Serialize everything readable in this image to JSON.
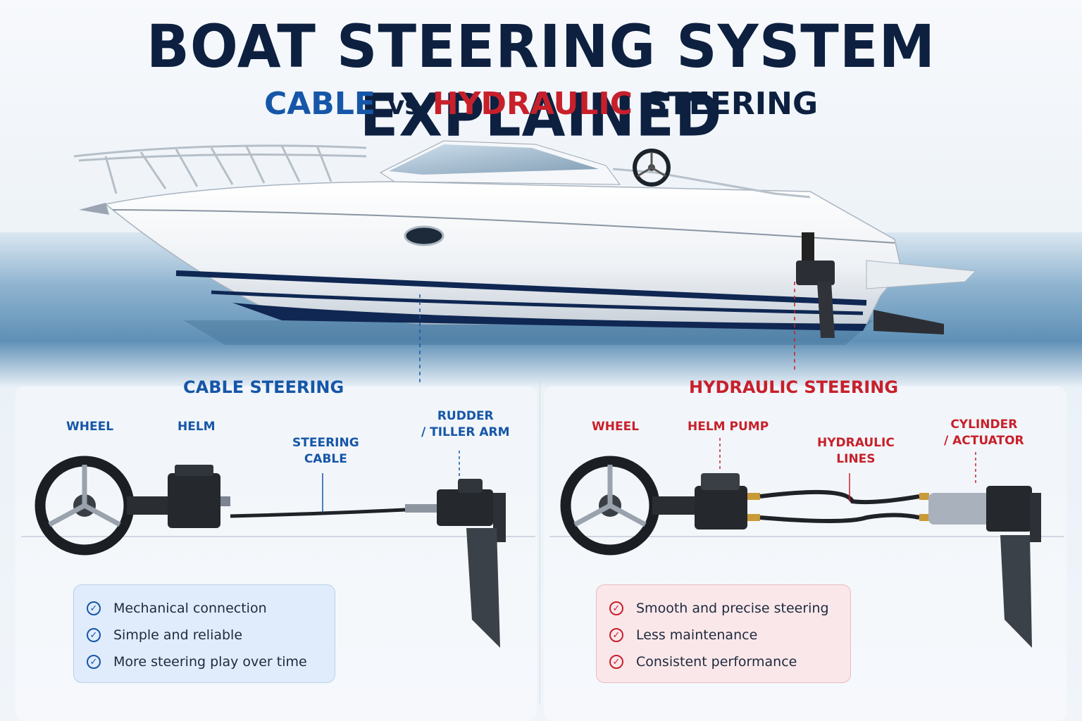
{
  "header": {
    "title": "BOAT STEERING SYSTEM EXPLAINED",
    "subtitle_cable": "CABLE",
    "subtitle_vs": "vs",
    "subtitle_hydraulic": "HYDRAULIC",
    "subtitle_steering": "STEERING"
  },
  "cable": {
    "title": "CABLE STEERING",
    "labels": {
      "wheel": "WHEEL",
      "helm": "HELM",
      "cable_line1": "STEERING",
      "cable_line2": "CABLE",
      "rudder_line1": "RUDDER",
      "rudder_line2": "/ TILLER ARM"
    },
    "benefits": [
      "Mechanical connection",
      "Simple and reliable",
      "More steering play over time"
    ]
  },
  "hydraulic": {
    "title": "HYDRAULIC STEERING",
    "labels": {
      "wheel": "WHEEL",
      "pump": "HELM PUMP",
      "lines_line1": "HYDRAULIC",
      "lines_line2": "LINES",
      "cyl_line1": "CYLINDER",
      "cyl_line2": "/ ACTUATOR"
    },
    "benefits": [
      "Smooth and precise steering",
      "Less maintenance",
      "Consistent performance"
    ]
  },
  "colors": {
    "navy": "#0d2040",
    "cable_blue": "#1656a8",
    "hydraulic_red": "#c8202b"
  },
  "icons": [
    "check-circle-icon",
    "steering-wheel-icon",
    "rudder-icon"
  ]
}
